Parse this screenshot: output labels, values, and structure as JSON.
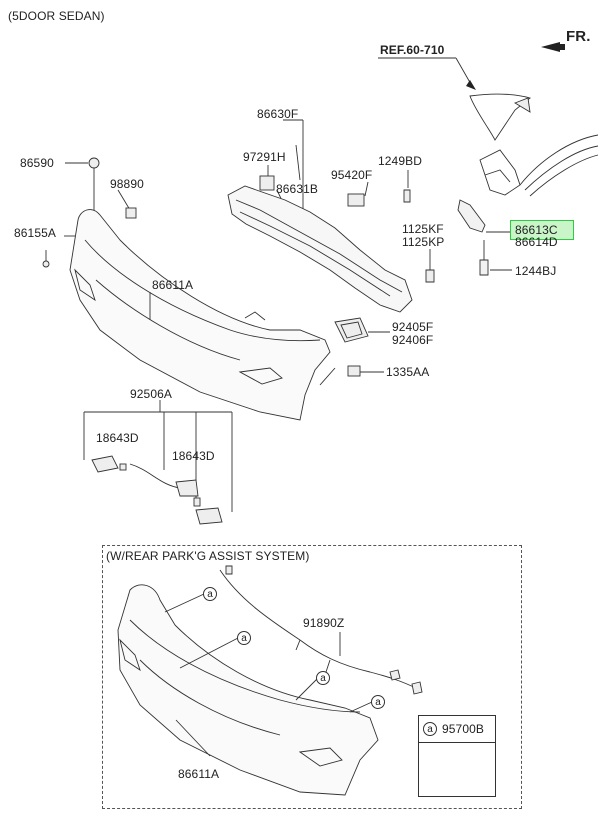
{
  "header": {
    "variant": "(5DOOR SEDAN)",
    "ref": "REF.60-710",
    "direction": "FR."
  },
  "parts": {
    "p86630F": "86630F",
    "p97291H": "97291H",
    "p86631B": "86631B",
    "p95420F": "95420F",
    "p1249BD": "1249BD",
    "p86590": "86590",
    "p98890": "98890",
    "p86155A": "86155A",
    "p1125KF": "1125KF",
    "p1125KP": "1125KP",
    "p86613C": "86613C",
    "p86614D": "86614D",
    "p1244BJ": "1244BJ",
    "p86611A": "86611A",
    "p92405F": "92405F",
    "p92406F": "92406F",
    "p1335AA": "1335AA",
    "p92506A": "92506A",
    "p18643D_a": "18643D",
    "p18643D_b": "18643D"
  },
  "sub_assembly": {
    "title": "(W/REAR PARK'G ASSIST SYSTEM)",
    "p91890Z": "91890Z",
    "p86611A": "86611A",
    "callout_letter": "a",
    "inset_part": "95700B"
  },
  "colors": {
    "highlight": "#2ecc40",
    "highlight_fill": "#c9f5c9",
    "line": "#333333"
  }
}
